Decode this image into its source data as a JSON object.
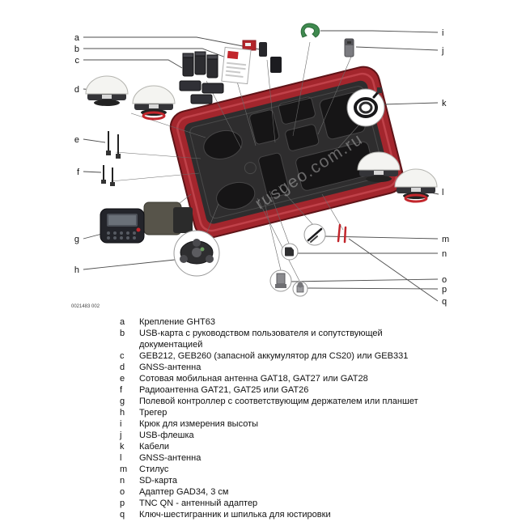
{
  "figure": {
    "number": "0021483 002",
    "watermark": "rusgeo.com.ru"
  },
  "colors": {
    "case_red": "#a3262d",
    "foam_dark": "#2e2d2e",
    "accent_red": "#c2262c",
    "hook_green": "#3f8a4f"
  },
  "legend": {
    "items": [
      {
        "key": "a",
        "text": "Крепление GHT63"
      },
      {
        "key": "b",
        "text": "USB-карта с руководством пользователя и сопутствующей документацией"
      },
      {
        "key": "c",
        "text": "GEB212, GEB260 (запасной аккумулятор для CS20) или GEB331"
      },
      {
        "key": "d",
        "text": "GNSS-антенна"
      },
      {
        "key": "e",
        "text": "Сотовая мобильная антенна GAT18, GAT27 или GAT28"
      },
      {
        "key": "f",
        "text": "Радиоантенна GAT21, GAT25 или GAT26"
      },
      {
        "key": "g",
        "text": "Полевой контроллер с соответствующим держателем или планшет"
      },
      {
        "key": "h",
        "text": "Трегер"
      },
      {
        "key": "i",
        "text": "Крюк для измерения высоты"
      },
      {
        "key": "j",
        "text": "USB-флешка"
      },
      {
        "key": "k",
        "text": "Кабели"
      },
      {
        "key": "l",
        "text": "GNSS-антенна"
      },
      {
        "key": "m",
        "text": "Стилус"
      },
      {
        "key": "n",
        "text": "SD-карта"
      },
      {
        "key": "o",
        "text": "Адаптер GAD34, 3 см"
      },
      {
        "key": "p",
        "text": "TNC QN - антенный адаптер"
      },
      {
        "key": "q",
        "text": "Ключ-шестигранник и шпилька для юстировки"
      }
    ]
  }
}
